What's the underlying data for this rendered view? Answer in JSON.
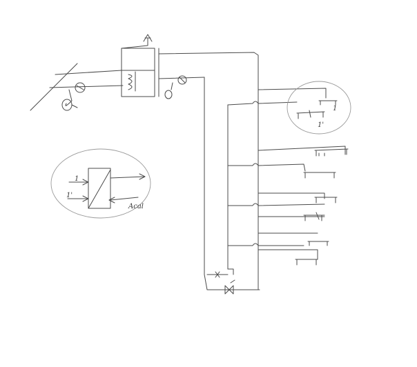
{
  "labels": {
    "detail_top_1": "1",
    "detail_top_1prime": "1'",
    "detail_left_1": "1",
    "detail_left_1prime": "1'",
    "detail_left_out": "Acal"
  }
}
